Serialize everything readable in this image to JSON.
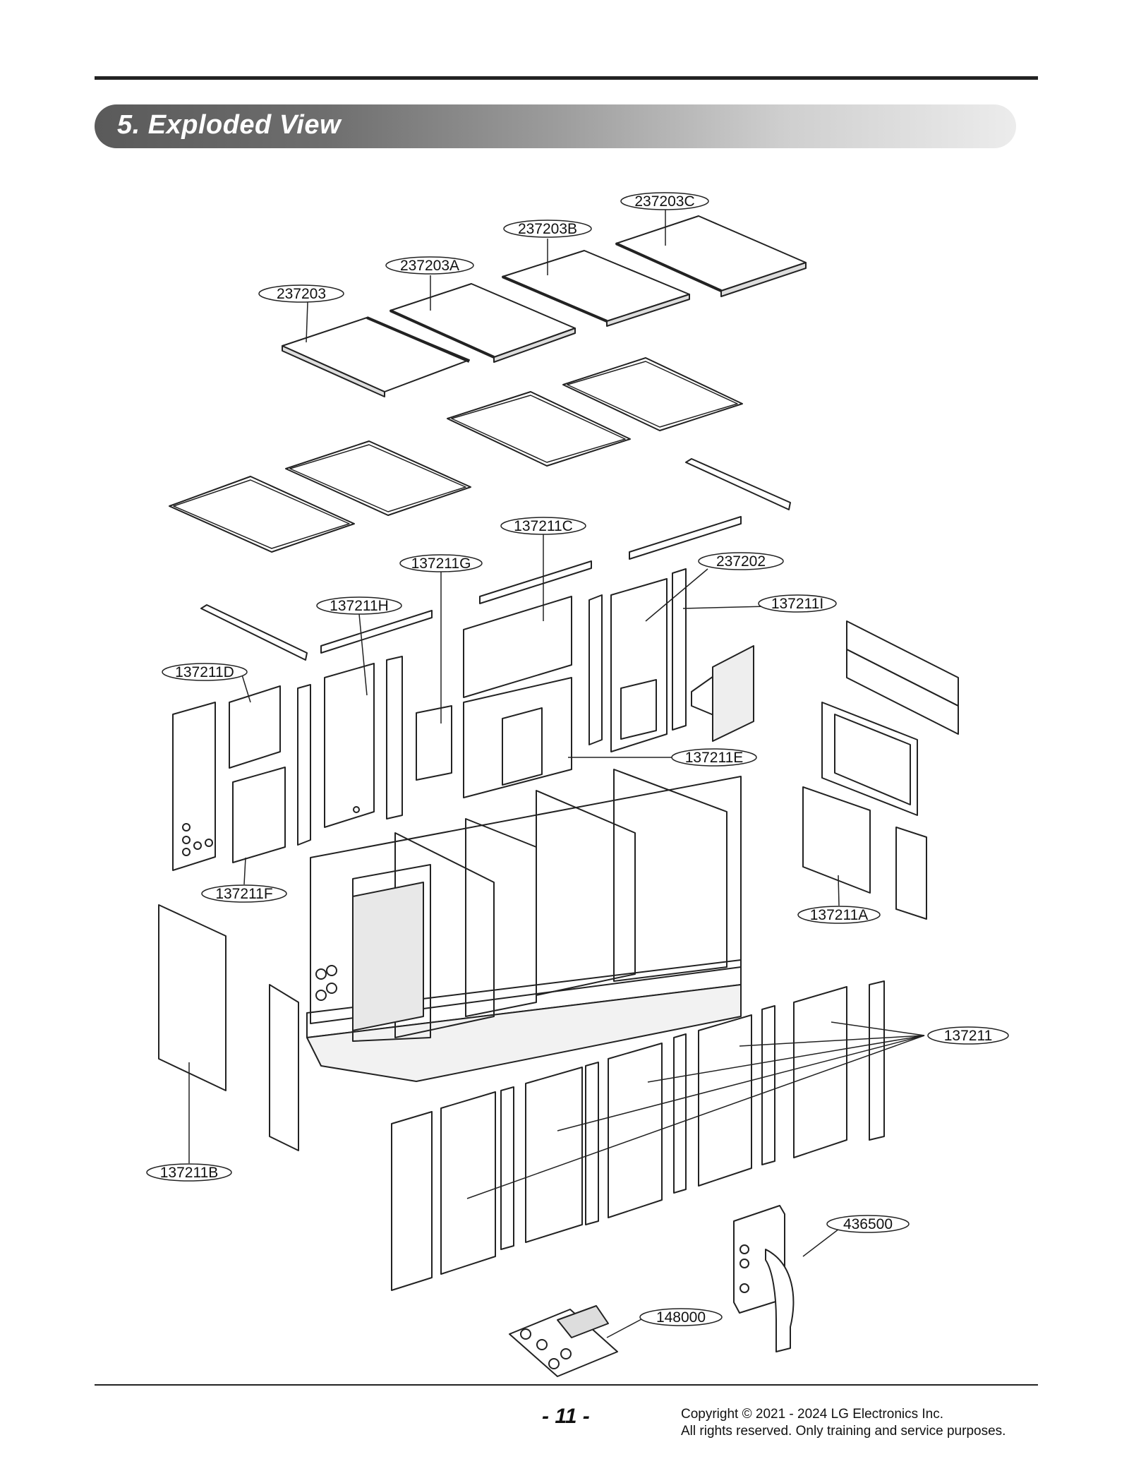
{
  "section": {
    "title": "5. Exploded View"
  },
  "callouts": [
    {
      "id": "237203C"
    },
    {
      "id": "237203B"
    },
    {
      "id": "237203A"
    },
    {
      "id": "237203"
    },
    {
      "id": "137211C"
    },
    {
      "id": "137211G"
    },
    {
      "id": "237202"
    },
    {
      "id": "137211H"
    },
    {
      "id": "137211I"
    },
    {
      "id": "137211D"
    },
    {
      "id": "137211E"
    },
    {
      "id": "137211F"
    },
    {
      "id": "137211A"
    },
    {
      "id": "137211"
    },
    {
      "id": "137211B"
    },
    {
      "id": "436500"
    },
    {
      "id": "148000"
    }
  ],
  "footer": {
    "page_number": "- 11 -",
    "copyright_line1": "Copyright © 2021 - 2024 LG Electronics Inc.",
    "copyright_line2": "All rights reserved. Only training and service purposes."
  }
}
